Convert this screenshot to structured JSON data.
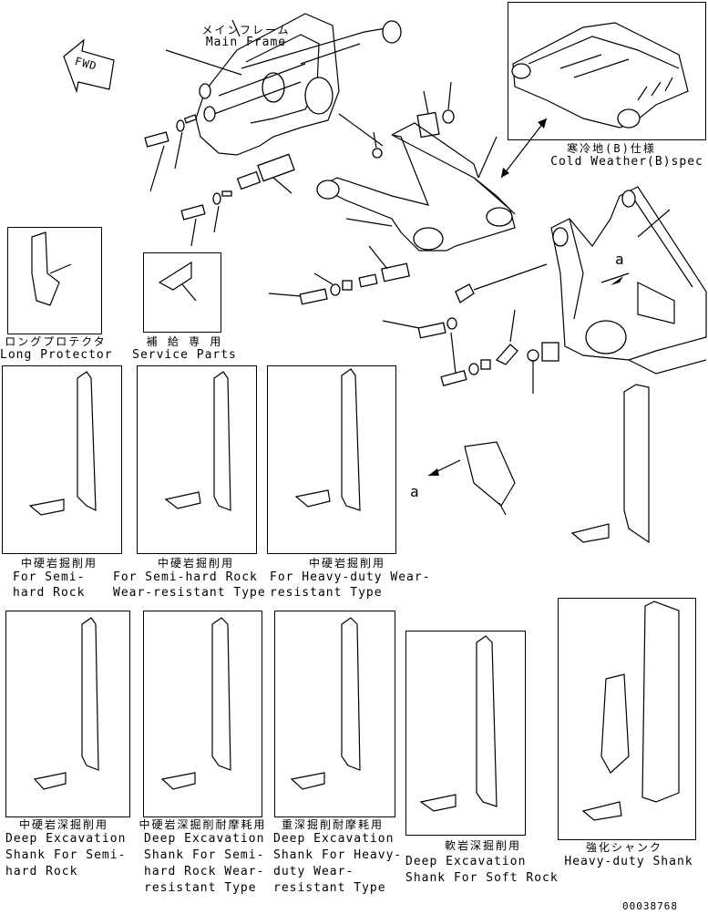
{
  "main_frame": {
    "jp": "メインフレーム",
    "en": "Main Frame"
  },
  "fwd": "FWD",
  "cold_weather": {
    "jp": "寒冷地(B)仕様",
    "en": "Cold Weather(B)spec"
  },
  "long_protector": {
    "jp": "ロングプロテクタ",
    "en": "Long Protector"
  },
  "service_parts": {
    "jp": "補 給 専 用",
    "en": "Service Parts"
  },
  "arrow_label": "a",
  "shanks_row1": [
    {
      "jp": "中硬岩掘削用",
      "en1": "For Semi-",
      "en2": "hard Rock",
      "en3": ""
    },
    {
      "jp": "中硬岩掘削用",
      "en1": "For Semi-hard Rock",
      "en2": "Wear-resistant Type",
      "en3": ""
    },
    {
      "jp": "中硬岩掘削用",
      "en1": "For Heavy-duty Wear-",
      "en2": "resistant Type",
      "en3": ""
    }
  ],
  "shanks_row2": [
    {
      "jp": "中硬岩深掘削用",
      "en1": "Deep Excavation",
      "en2": "Shank For Semi-",
      "en3": "hard Rock",
      "en4": ""
    },
    {
      "jp": "中硬岩深掘削耐摩耗用",
      "en1": "Deep Excavation",
      "en2": "Shank For Semi-",
      "en3": "hard Rock Wear-",
      "en4": "resistant Type"
    },
    {
      "jp": "重深掘削耐摩耗用",
      "en1": "Deep Excavation",
      "en2": "Shank For Heavy-",
      "en3": "duty Wear-",
      "en4": "resistant Type"
    },
    {
      "jp": "軟岩深掘削用",
      "en1": "Deep Excavation",
      "en2": "Shank For Soft Rock",
      "en3": "",
      "en4": ""
    },
    {
      "jp": "強化シャンク",
      "en1": "Heavy-duty Shank",
      "en2": "",
      "en3": "",
      "en4": ""
    }
  ],
  "drawing_number": "00038768"
}
